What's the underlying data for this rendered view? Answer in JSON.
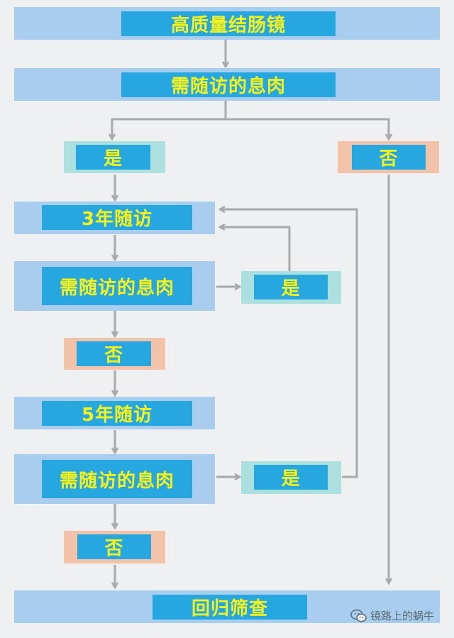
{
  "nodes": {
    "top": "高质量结肠镜",
    "need_followup_1": "需随访的息肉",
    "yes_1": "是",
    "no_1": "否",
    "followup_3y": "3年随访",
    "need_followup_2": "需随访的息肉",
    "yes_2": "是",
    "no_2": "否",
    "followup_5y": "5年随访",
    "need_followup_3": "需随访的息肉",
    "yes_3": "是",
    "no_3": "否",
    "return_screening": "回归筛查"
  },
  "watermark": {
    "text": "镜路上的蜗牛",
    "icon": "wechat-icon"
  },
  "colors": {
    "box_fill": "#27a7e0",
    "box_text": "#f7f21a",
    "band_blue": "#a9cdef",
    "yes_frame": "#abe0de",
    "no_frame": "#f3c3a9",
    "arrow": "#a7a9ab",
    "background": "#eef0f1"
  }
}
